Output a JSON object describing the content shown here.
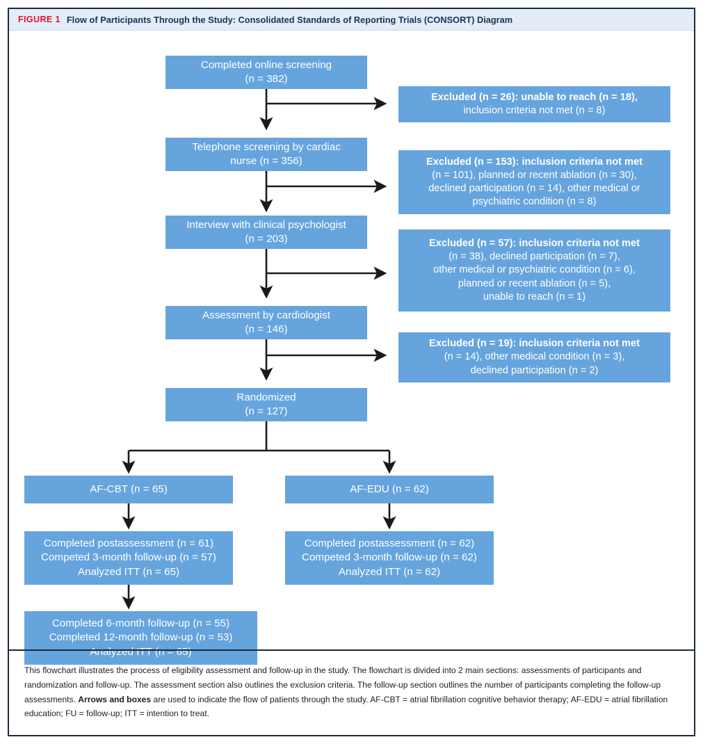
{
  "figure": {
    "tag": "FIGURE 1",
    "title": "Flow of Participants Through the Study: Consolidated Standards of Reporting Trials (CONSORT) Diagram",
    "tag_color": "#e8112d",
    "title_color": "#16355c",
    "header_background": "#e3edf7",
    "box_color": "#66a4dd",
    "box_text_color": "#ffffff",
    "connector_color": "#1a1a1a",
    "frame_border_color": "#1b2a3a"
  },
  "flow": {
    "screening": {
      "line1": "Completed online screening",
      "line2": "(n = 382)"
    },
    "telephone": {
      "line1": "Telephone screening by cardiac",
      "line2": "nurse (n = 356)"
    },
    "interview": {
      "line1": "Interview with clinical psychologist",
      "line2": "(n = 203)"
    },
    "assessment": {
      "line1": "Assessment by cardiologist",
      "line2": "(n = 146)"
    },
    "randomized": {
      "line1": "Randomized",
      "line2": "(n = 127)"
    },
    "arm_cbt": {
      "line1": "AF-CBT (n = 65)"
    },
    "arm_edu": {
      "line1": "AF-EDU (n = 62)"
    },
    "cbt_followup": {
      "line1": "Completed postassessment (n = 61)",
      "line2": "Competed 3-month follow-up (n = 57)",
      "line3": "Analyzed ITT (n = 65)"
    },
    "edu_followup": {
      "line1": "Completed postassessment (n = 62)",
      "line2": "Competed 3-month follow-up (n = 62)",
      "line3": "Analyzed ITT (n = 62)"
    },
    "cbt_longterm": {
      "line1": "Completed 6-month follow-up (n = 55)",
      "line2": "Completed 12-month follow-up (n = 53)",
      "line3": "Analyzed ITT (n = 65)"
    }
  },
  "exclusions": {
    "excl1": {
      "bold": "Excluded (n = 26)",
      "line1_rest": ": unable to reach (n = 18),",
      "line2": "inclusion criteria not met (n = 8)"
    },
    "excl2": {
      "bold": "Excluded (n = 153)",
      "line1_rest": ": inclusion criteria not met",
      "line2": "(n = 101), planned or recent ablation (n = 30),",
      "line3": "declined participation (n = 14), other medical or",
      "line4": "psychiatric condition (n = 8)"
    },
    "excl3": {
      "bold": "Excluded (n = 57)",
      "line1_rest": ": inclusion criteria not met",
      "line2": "(n = 38), declined participation (n = 7),",
      "line3": "other medical or psychiatric condition (n = 6),",
      "line4": "planned or recent ablation (n = 5),",
      "line5": "unable to reach (n = 1)"
    },
    "excl4": {
      "bold": "Excluded (n = 19)",
      "line1_rest": ": inclusion criteria not met",
      "line2": "(n = 14), other medical condition (n = 3),",
      "line3": "declined participation (n = 2)"
    }
  },
  "caption": {
    "part1": "This flowchart illustrates the process of eligibility assessment and follow-up in the study. The flowchart is divided into 2 main sections: assessments of participants and randomization and follow-up. The assessment section also outlines the exclusion criteria. The follow-up section outlines the number of participants completing the follow-up assessments. ",
    "bold": "Arrows and boxes",
    "part2": " are used to indicate the flow of patients through the study. AF-CBT = atrial fibrillation cognitive behavior therapy; AF-EDU = atrial fibrillation education; FU = follow-up; ITT = intention to treat."
  }
}
